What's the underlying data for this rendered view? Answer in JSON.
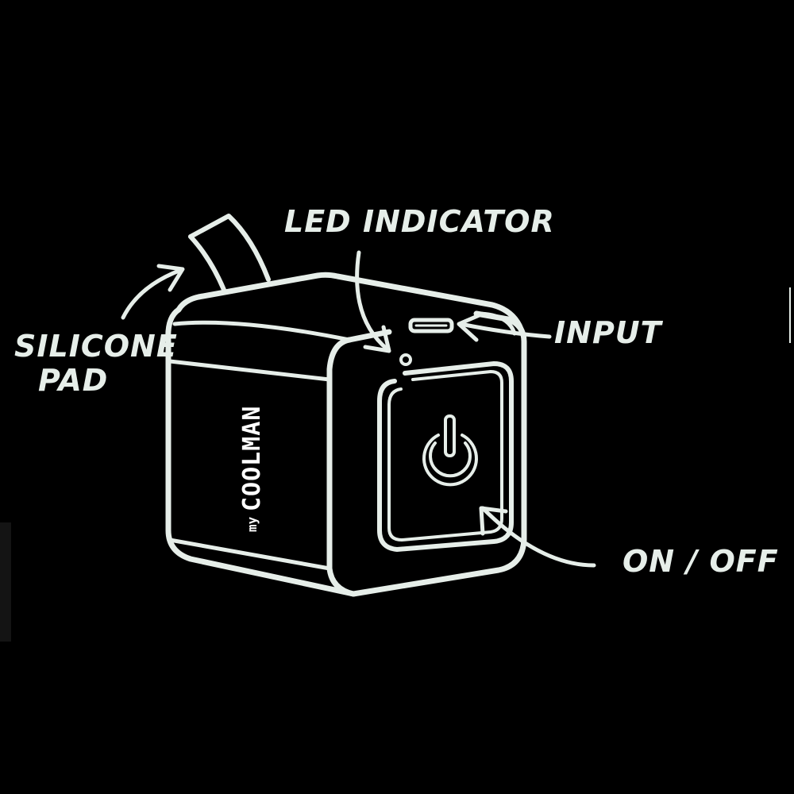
{
  "colors": {
    "background": "#000000",
    "line": "#e6eee9",
    "brand_text": "#ffffff"
  },
  "labels": {
    "led_indicator": "LED INDICATOR",
    "input": "INPUT",
    "silicone_line1": "SILICONE",
    "silicone_line2": "PAD",
    "on_off": "ON / OFF"
  },
  "brand": {
    "prefix": "my",
    "name": "COOLMAN"
  },
  "icons": {
    "power": "power-icon"
  }
}
